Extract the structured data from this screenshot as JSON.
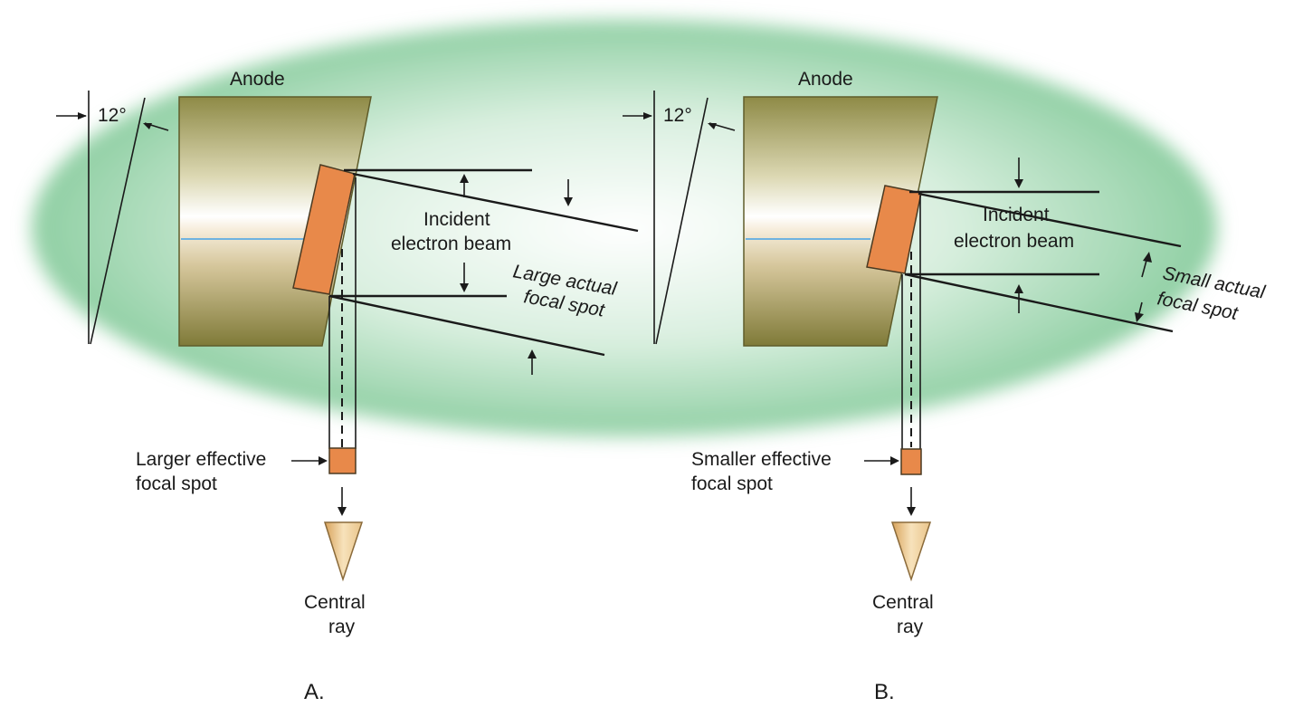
{
  "panel_a": {
    "anode_label": "Anode",
    "angle_label": "12°",
    "beam_label_1": "Incident",
    "beam_label_2": "electron beam",
    "focal_label_1": "Large actual",
    "focal_label_2": "focal spot",
    "effective_label_1": "Larger effective",
    "effective_label_2": "focal spot",
    "ray_label_1": "Central",
    "ray_label_2": "ray",
    "panel_letter": "A."
  },
  "panel_b": {
    "anode_label": "Anode",
    "angle_label": "12°",
    "beam_label_1": "Incident",
    "beam_label_2": "electron beam",
    "focal_label_1": "Small actual",
    "focal_label_2": "focal spot",
    "effective_label_1": "Smaller effective",
    "effective_label_2": "focal spot",
    "ray_label_1": "Central",
    "ray_label_2": "ray",
    "panel_letter": "B."
  },
  "colors": {
    "background_glow": "#8fcfa3",
    "anode_top": "#8e8a46",
    "anode_bottom": "#7f7a38",
    "focal_spot": "#e8894a",
    "arrow_fill": "#f1d6a4"
  }
}
